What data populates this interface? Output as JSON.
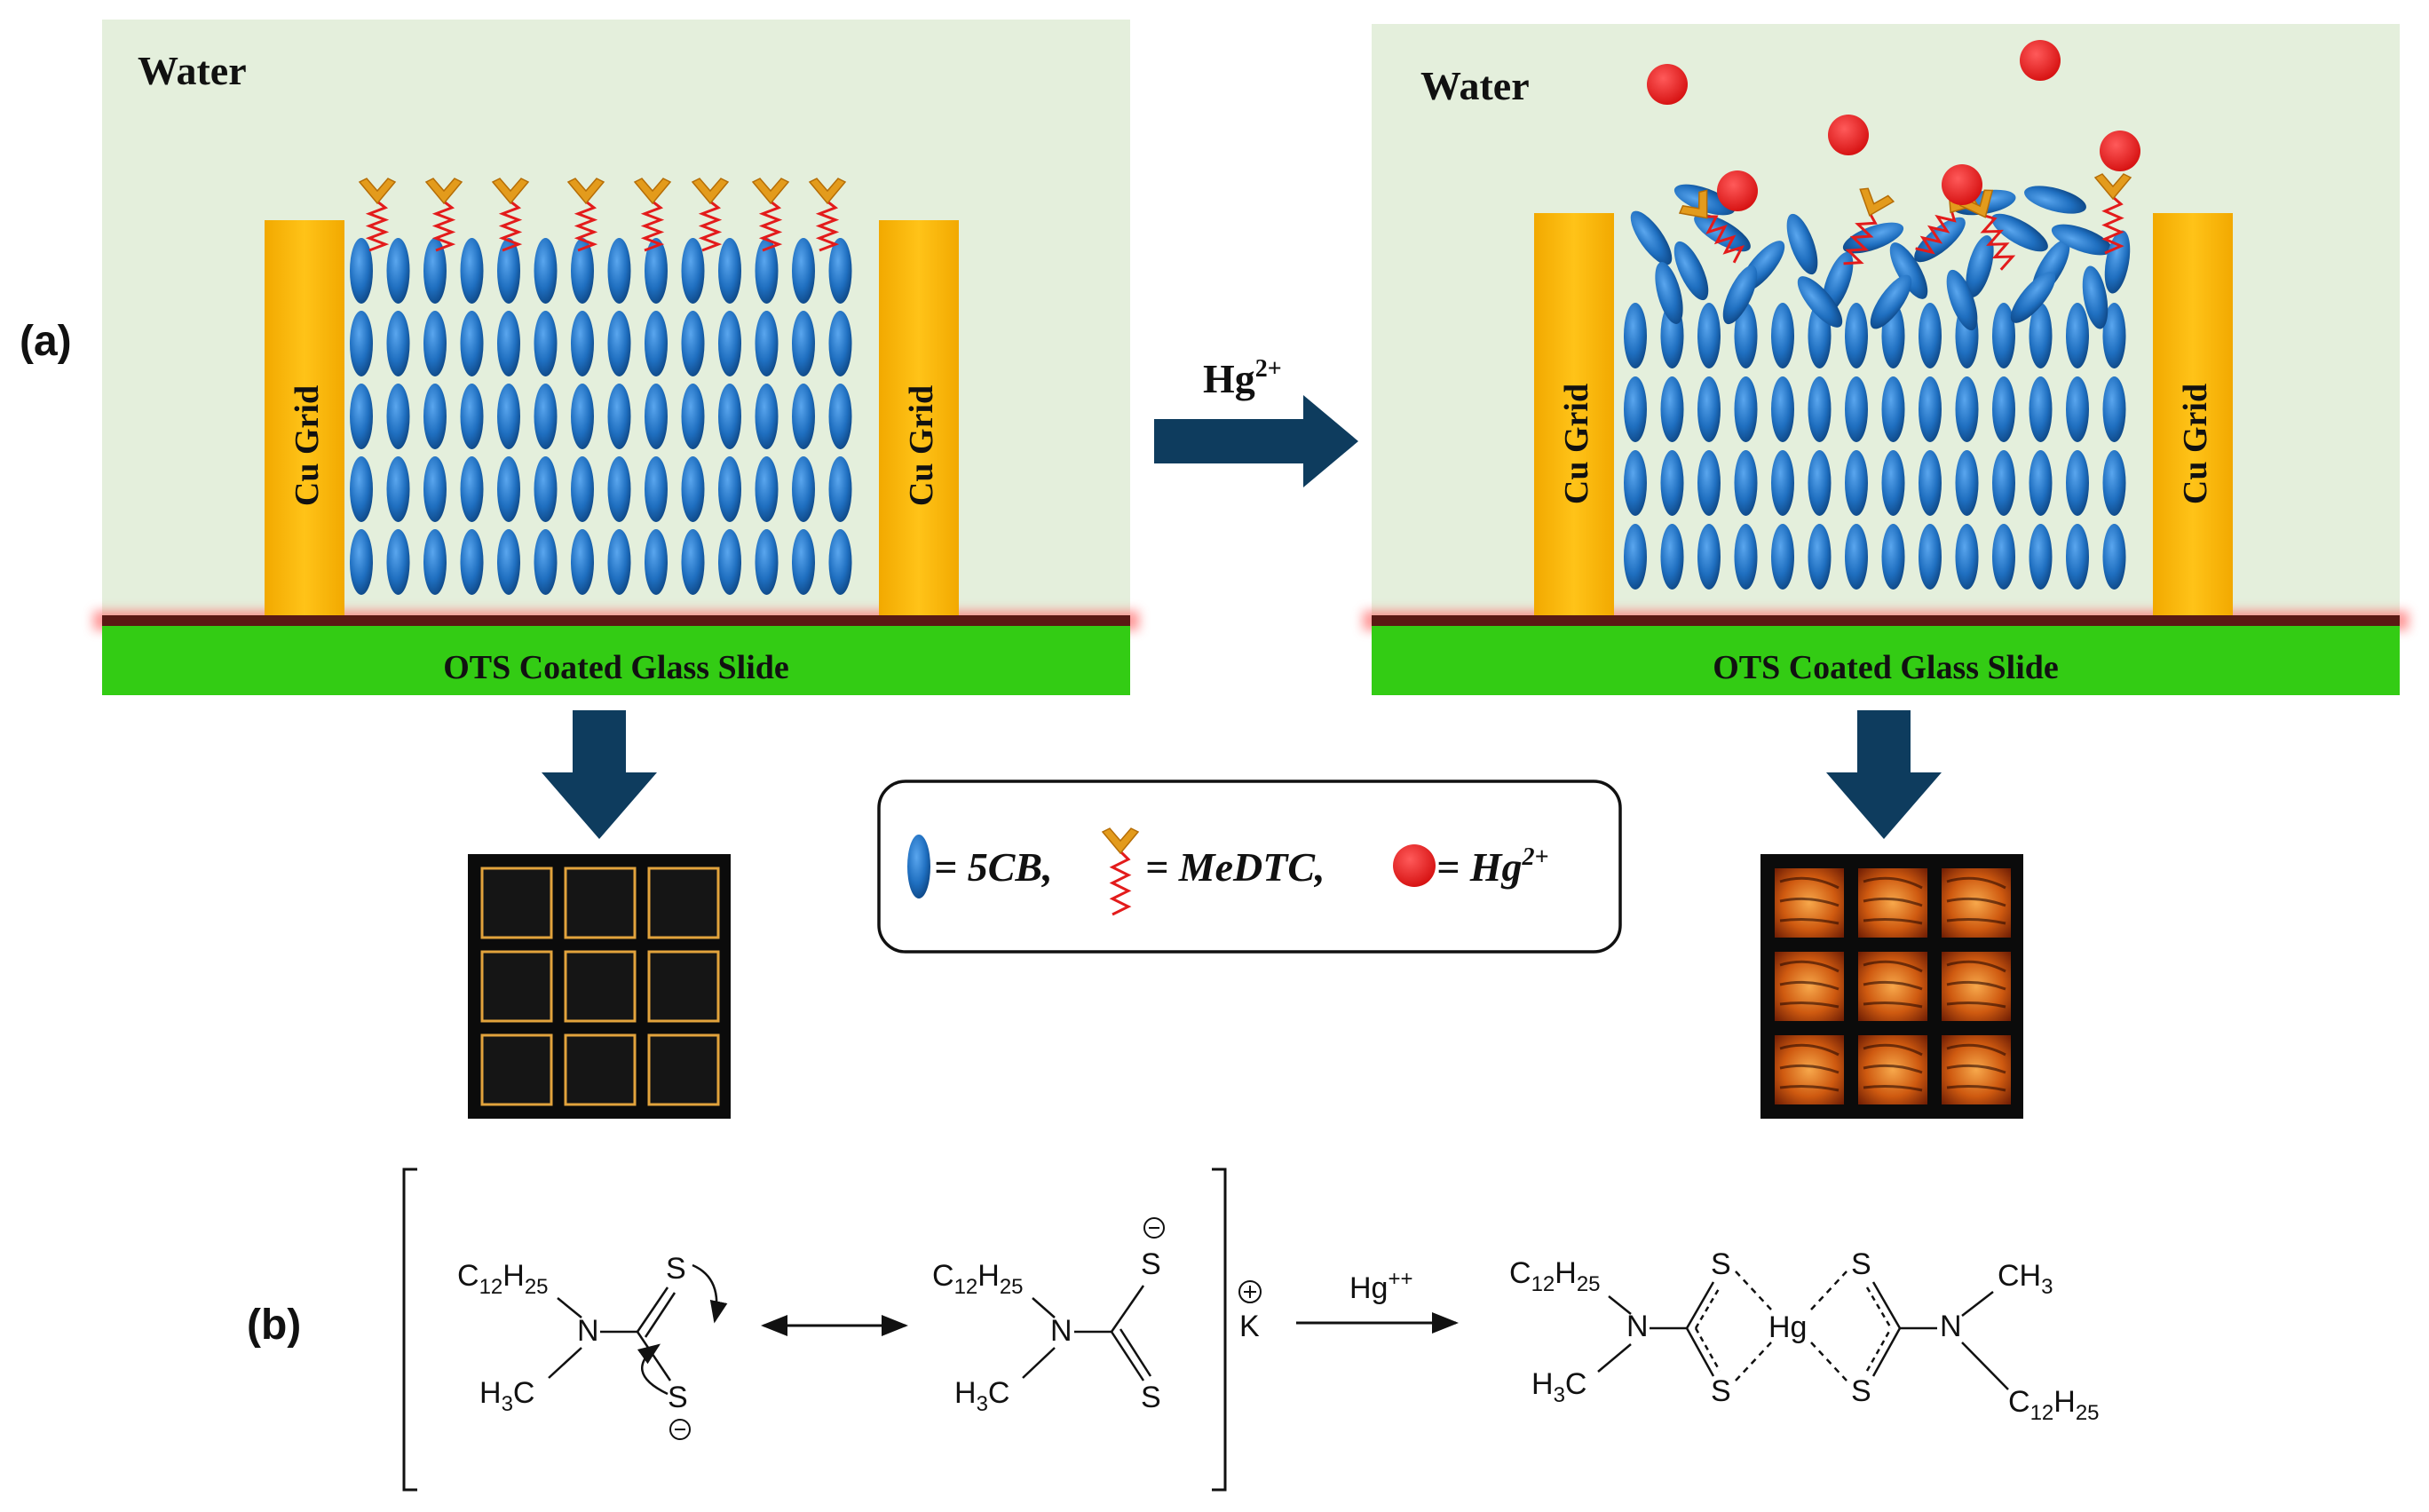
{
  "panel_a": {
    "label": "(a)",
    "left": {
      "water": "Water",
      "grid_left": "Cu Grid",
      "grid_right": "Cu Grid",
      "substrate": "OTS Coated Glass Slide"
    },
    "right": {
      "water": "Water",
      "grid_left": "Cu Grid",
      "grid_right": "Cu Grid",
      "substrate": "OTS Coated Glass Slide"
    },
    "arrow_label": "Hg",
    "arrow_label_sup": "2+"
  },
  "legend": {
    "lc": "= 5CB,",
    "ligand": "= MeDTC,",
    "ion": "= Hg",
    "ion_sup": "2+"
  },
  "panel_b": {
    "label": "(b)",
    "alkyl": "C",
    "alkyl_sub1": "12",
    "alkyl_h": "H",
    "alkyl_sub2": "25",
    "methyl": "H",
    "methyl_sub": "3",
    "methyl_c": "C",
    "ch3_c": "CH",
    "ch3_sub": "3",
    "n": "N",
    "s": "S",
    "k": "K",
    "hg": "Hg",
    "reagent": "Hg",
    "reagent_sup": "++",
    "plus": "+",
    "minus": "−"
  },
  "colors": {
    "water_bg": "#e4efdc",
    "lc_blue": "#1f6fc0",
    "cu_grid": "#f8b800",
    "glass": "#33cc14",
    "arrow": "#0e3c5e",
    "ion_red": "#e61b1b",
    "ligand_gold": "#e39b1c",
    "ligand_tail": "#e31b1b"
  }
}
